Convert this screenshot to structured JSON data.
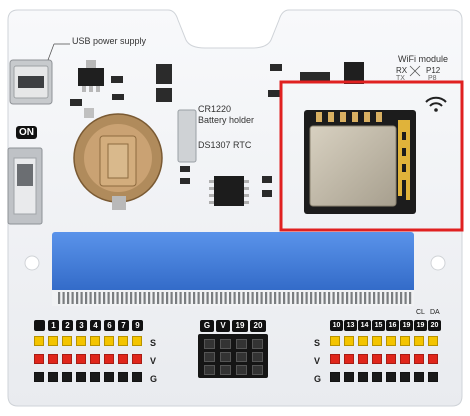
{
  "labels": {
    "usb": "USB power supply",
    "on": "ON",
    "battery_line1": "CR1220",
    "battery_line2": "Battery holder",
    "rtc": "DS1307 RTC",
    "wifi": "WiFi module",
    "rx": "RX",
    "tx": "TX",
    "p12": "P12",
    "p8": "P8"
  },
  "left_header": {
    "pins": [
      "",
      "1",
      "2",
      "3",
      "4",
      "6",
      "7",
      "9"
    ]
  },
  "middle_header": {
    "pins": [
      "G",
      "V",
      "19",
      "20"
    ]
  },
  "right_header": {
    "pins": [
      "10",
      "13",
      "14",
      "15",
      "16",
      "19",
      "CL",
      "DA"
    ],
    "sub": [
      "",
      "",
      "",
      "",
      "",
      "",
      "19",
      "20"
    ]
  },
  "row_labels": [
    "S",
    "V",
    "G"
  ],
  "colors": {
    "board": "#f4f5f7",
    "edge_connector": "#3b78d8",
    "highlight": "#e02020",
    "signal_pin": "#f4c400",
    "power_pin": "#e0261b",
    "ground_pin": "#1a1a1a"
  }
}
